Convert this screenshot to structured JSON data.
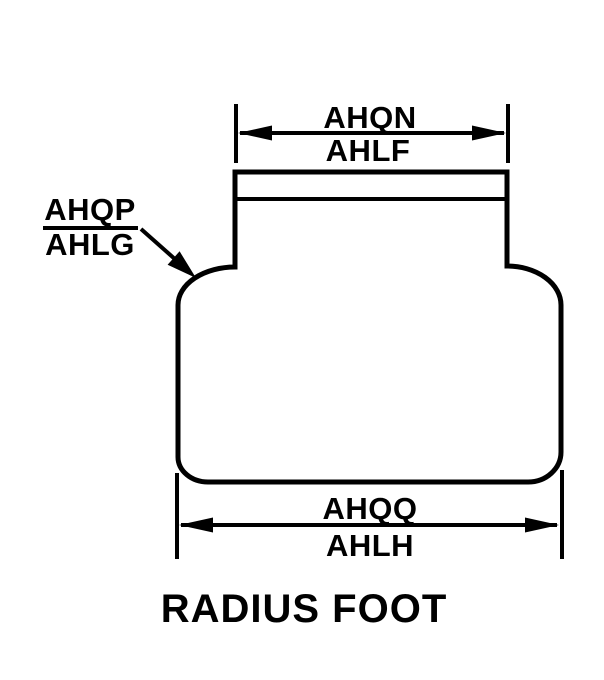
{
  "page": {
    "background_color": "#ffffff",
    "line_color": "#000000"
  },
  "figure": {
    "title": "RADIUS FOOT",
    "callouts": {
      "top_width": {
        "primary": "AHQN",
        "secondary": "AHLF"
      },
      "shoulder_radius": {
        "primary": "AHQP",
        "secondary": "AHLG"
      },
      "bottom_width": {
        "primary": "AHQQ",
        "secondary": "AHLH"
      }
    }
  }
}
